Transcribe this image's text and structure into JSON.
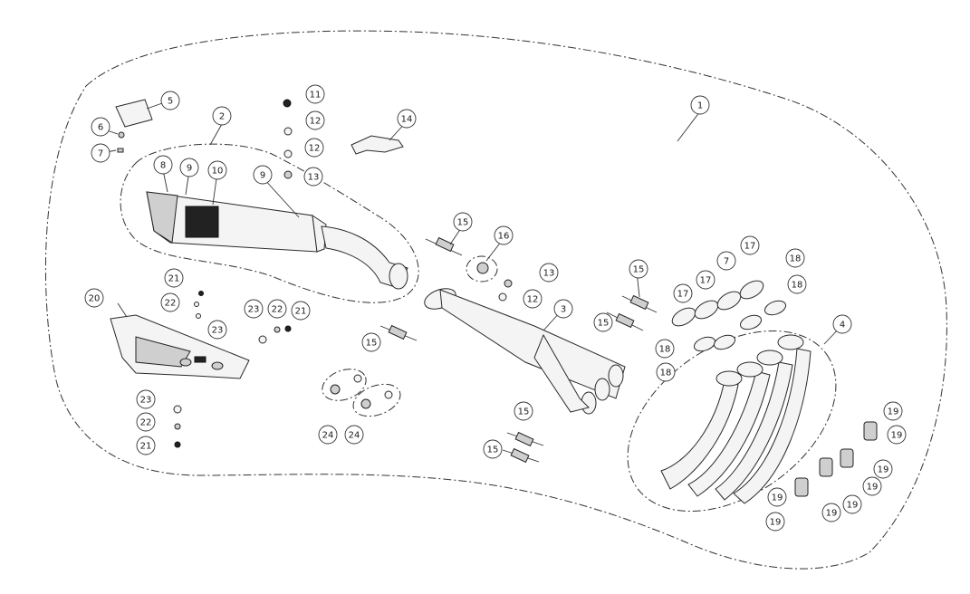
{
  "callouts": [
    {
      "label": "1"
    },
    {
      "label": "2"
    },
    {
      "label": "3"
    },
    {
      "label": "4"
    },
    {
      "label": "5"
    },
    {
      "label": "6"
    },
    {
      "label": "7"
    },
    {
      "label": "8"
    },
    {
      "label": "9"
    },
    {
      "label": "10"
    },
    {
      "label": "9"
    },
    {
      "label": "11"
    },
    {
      "label": "12"
    },
    {
      "label": "12"
    },
    {
      "label": "13"
    },
    {
      "label": "14"
    },
    {
      "label": "15"
    },
    {
      "label": "16"
    },
    {
      "label": "13"
    },
    {
      "label": "12"
    },
    {
      "label": "15"
    },
    {
      "label": "15"
    },
    {
      "label": "17"
    },
    {
      "label": "17"
    },
    {
      "label": "7"
    },
    {
      "label": "17"
    },
    {
      "label": "18"
    },
    {
      "label": "18"
    },
    {
      "label": "18"
    },
    {
      "label": "18"
    },
    {
      "label": "21"
    },
    {
      "label": "22"
    },
    {
      "label": "23"
    },
    {
      "label": "20"
    },
    {
      "label": "23"
    },
    {
      "label": "22"
    },
    {
      "label": "21"
    },
    {
      "label": "15"
    },
    {
      "label": "24"
    },
    {
      "label": "24"
    },
    {
      "label": "15"
    },
    {
      "label": "15"
    },
    {
      "label": "23"
    },
    {
      "label": "22"
    },
    {
      "label": "21"
    },
    {
      "label": "19"
    },
    {
      "label": "19"
    },
    {
      "label": "19"
    },
    {
      "label": "19"
    },
    {
      "label": "19"
    },
    {
      "label": "19"
    },
    {
      "label": "19"
    },
    {
      "label": "19"
    }
  ]
}
